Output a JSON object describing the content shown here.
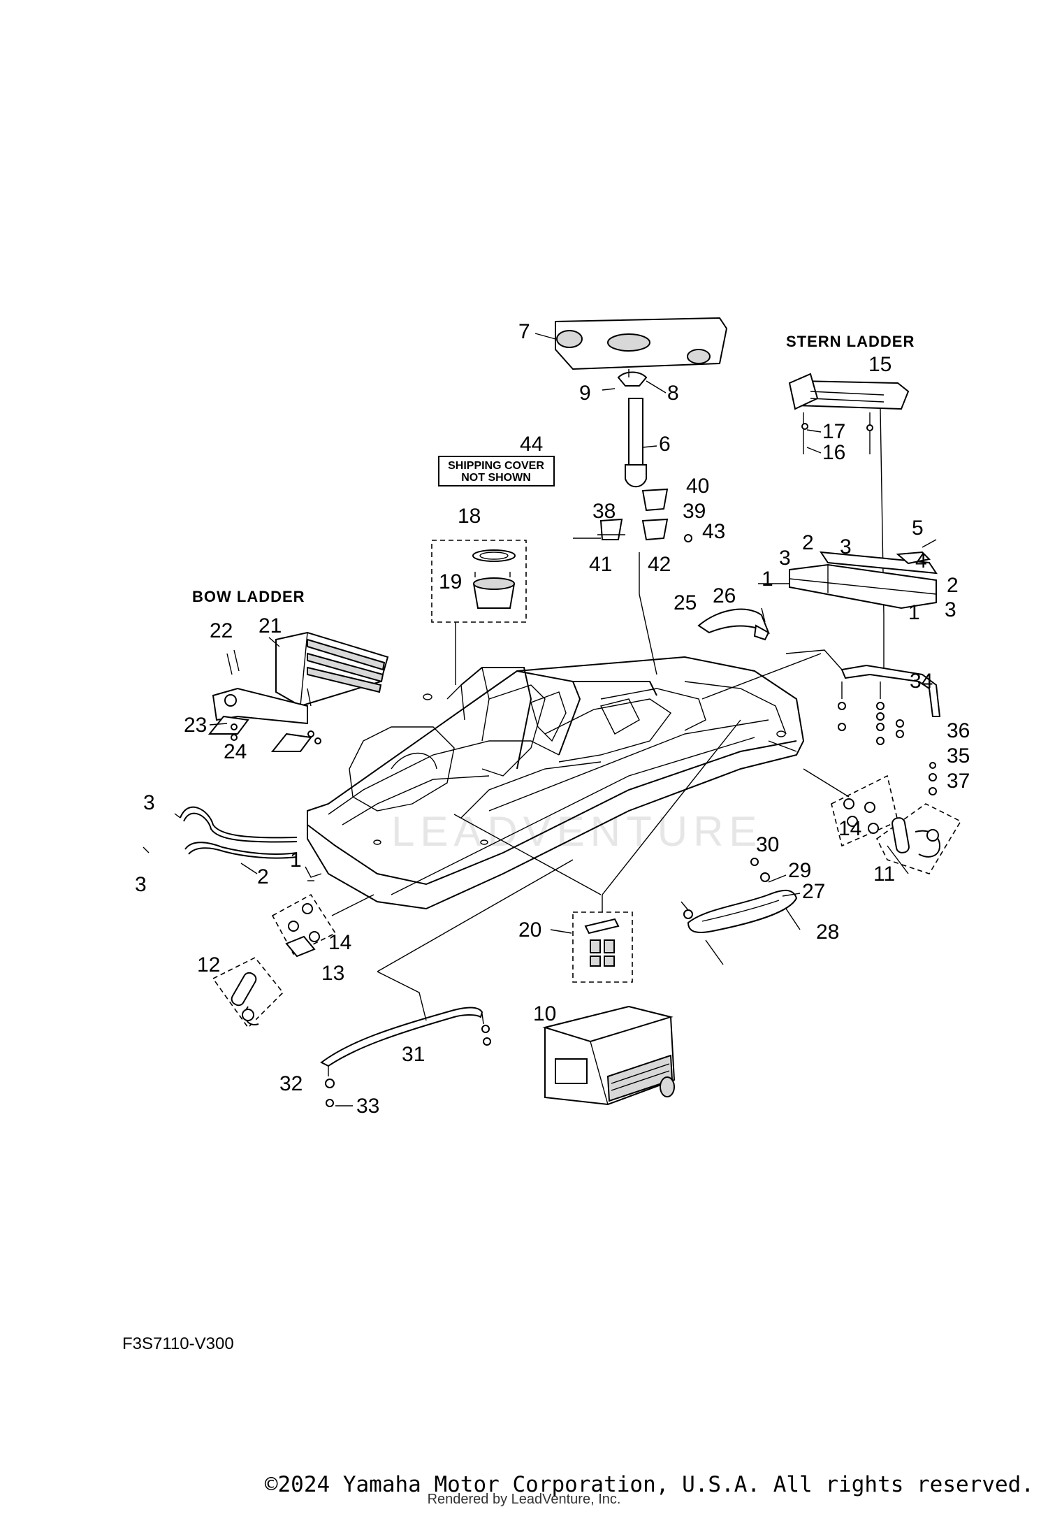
{
  "headings": {
    "stern_ladder": "STERN LADDER",
    "bow_ladder": "BOW LADDER"
  },
  "note": {
    "line1": "SHIPPING COVER",
    "line2": "NOT SHOWN"
  },
  "watermark": "LEADVENTURE",
  "callouts": {
    "c1a": "1",
    "c1b": "1",
    "c1c": "1",
    "c2a": "2",
    "c2b": "2",
    "c2c": "2",
    "c3a": "3",
    "c3b": "3",
    "c3c": "3",
    "c3d": "3",
    "c3e": "3",
    "c4": "4",
    "c5": "5",
    "c6": "6",
    "c7": "7",
    "c8": "8",
    "c9": "9",
    "c10": "10",
    "c11": "11",
    "c12": "12",
    "c13": "13",
    "c14a": "14",
    "c14b": "14",
    "c15": "15",
    "c16": "16",
    "c17": "17",
    "c18": "18",
    "c19": "19",
    "c20": "20",
    "c21": "21",
    "c22": "22",
    "c23": "23",
    "c24": "24",
    "c25": "25",
    "c26": "26",
    "c27": "27",
    "c28": "28",
    "c29": "29",
    "c30": "30",
    "c31": "31",
    "c32": "32",
    "c33": "33",
    "c34": "34",
    "c35": "35",
    "c36": "36",
    "c37": "37",
    "c38": "38",
    "c39": "39",
    "c40": "40",
    "c41": "41",
    "c42": "42",
    "c43": "43",
    "c44": "44"
  },
  "diagram_code": "F3S7110-V300",
  "footer": {
    "copyright": "©2024 Yamaha Motor Corporation, U.S.A. All rights reserved.",
    "rendered_by": "Rendered by LeadVenture, Inc."
  }
}
